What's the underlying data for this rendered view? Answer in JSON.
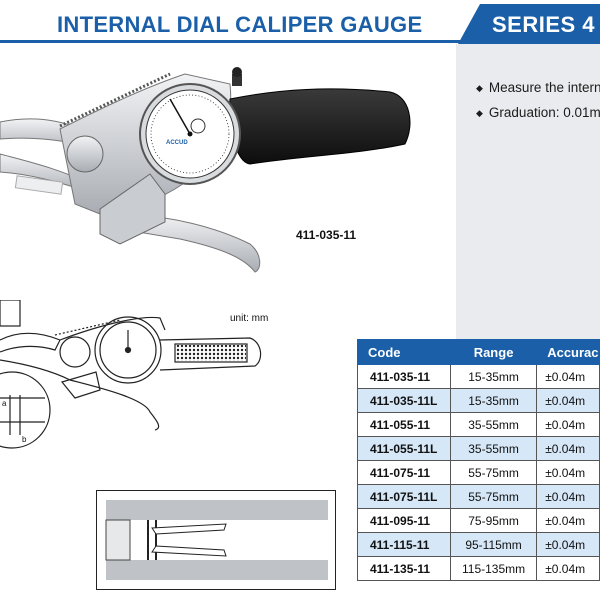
{
  "header": {
    "title": "INTERNAL DIAL CALIPER GAUGE",
    "series": "SERIES 4"
  },
  "features": [
    "Measure the intern",
    "Graduation: 0.01m"
  ],
  "product": {
    "model": "411-035-11",
    "dial_brand": "ACCUD"
  },
  "drawing": {
    "unit_label": "unit: mm",
    "dim_a": "a",
    "dim_b": "b"
  },
  "table": {
    "headers": [
      "Code",
      "Range",
      "Accurac"
    ],
    "rows": [
      {
        "code": "411-035-11",
        "range": "15-35mm",
        "accuracy": "±0.04m"
      },
      {
        "code": "411-035-11L",
        "range": "15-35mm",
        "accuracy": "±0.04m"
      },
      {
        "code": "411-055-11",
        "range": "35-55mm",
        "accuracy": "±0.04m"
      },
      {
        "code": "411-055-11L",
        "range": "35-55mm",
        "accuracy": "±0.04m"
      },
      {
        "code": "411-075-11",
        "range": "55-75mm",
        "accuracy": "±0.04m"
      },
      {
        "code": "411-075-11L",
        "range": "55-75mm",
        "accuracy": "±0.04m"
      },
      {
        "code": "411-095-11",
        "range": "75-95mm",
        "accuracy": "±0.04m"
      },
      {
        "code": "411-115-11",
        "range": "95-115mm",
        "accuracy": "±0.04m"
      },
      {
        "code": "411-135-11",
        "range": "115-135mm",
        "accuracy": "±0.04m"
      }
    ]
  },
  "colors": {
    "brand_blue": "#1a5fa8",
    "alt_row": "#d6e7f7",
    "panel_gray": "#e9ebee"
  }
}
